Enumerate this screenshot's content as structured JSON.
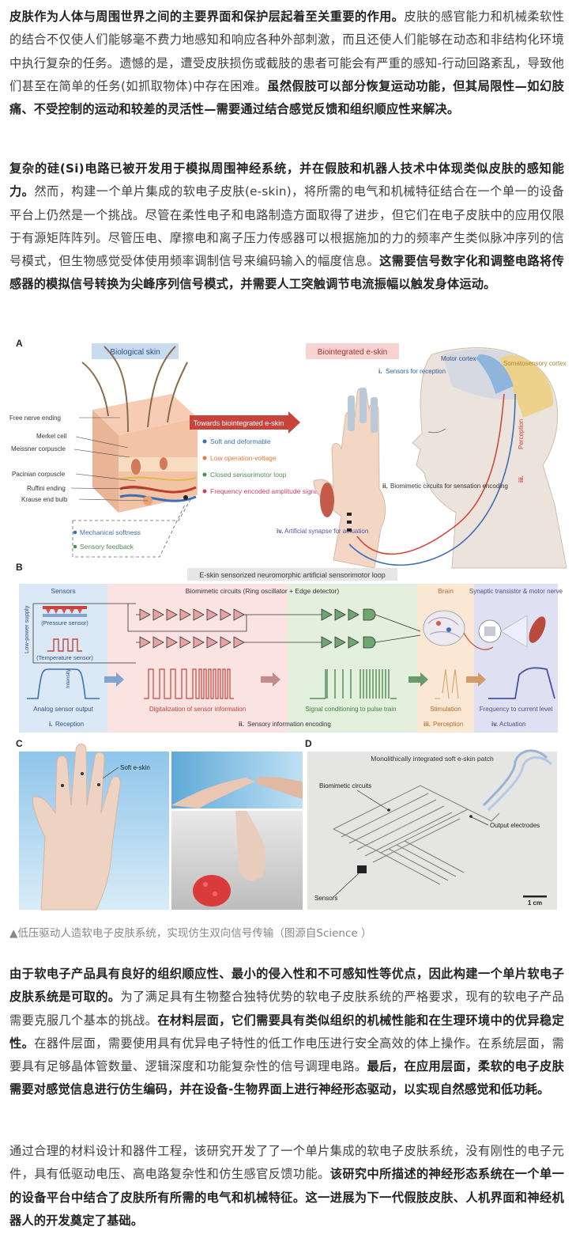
{
  "paragraphs": [
    {
      "segments": [
        {
          "b": true,
          "t": "皮肤作为人体与周围世界之间的主要界面和保护层起着至关重要的作用。"
        },
        {
          "b": false,
          "t": "皮肤的感官能力和机械柔软性的结合不仅使人们能够毫不费力地感知和响应各种外部刺激，而且还使人们能够在动态和非结构化环境中执行复杂的任务。遗憾的是，遭受皮肤损伤或截肢的患者可能会有严重的感知-行动回路紊乱，导致他们甚至在简单的任务(如抓取物体)中存在困难。"
        },
        {
          "b": true,
          "t": "虽然假肢可以部分恢复运动功能，但其局限性—如幻肢痛、不受控制的运动和较差的灵活性—需要通过结合感觉反馈和组织顺应性来解决。"
        }
      ]
    },
    {
      "segments": [
        {
          "b": true,
          "t": "复杂的硅(Si)电路已被开发用于模拟周围神经系统，并在假肢和机器人技术中体现类似皮肤的感知能力。"
        },
        {
          "b": false,
          "t": "然而，构建一个单片集成的软电子皮肤(e-skin)，将所需的电气和机械特征结合在一个单一的设备平台上仍然是一个挑战。尽管在柔性电子和电路制造方面取得了进步，但它们在电子皮肤中的应用仅限于有源矩阵阵列。尽管压电、摩擦电和离子压力传感器可以根据施加的力的频率产生类似脉冲序列的信号模式，但生物感觉受体使用频率调制信号来编码输入的幅度信息。"
        },
        {
          "b": true,
          "t": "这需要信号数字化和调整电路将传感器的模拟信号转换为尖峰序列信号模式，并需要人工突触调节电流振幅以触发身体运动。"
        }
      ]
    },
    {
      "segments": [
        {
          "b": true,
          "t": "由于软电子产品具有良好的组织顺应性、最小的侵入性和不可感知性等优点，因此构建一个单片软电子皮肤系统是可取的。"
        },
        {
          "b": false,
          "t": "为了满足具有生物整合独特优势的软电子皮肤系统的严格要求，现有的软电子产品需要克服几个基本的挑战。"
        },
        {
          "b": true,
          "t": "在材料层面，它们需要具有类似组织的机械性能和在生理环境中的优异稳定性。"
        },
        {
          "b": false,
          "t": "在器件层面，需要使用具有优异电子特性的低工作电压进行安全高效的体上操作。在系统层面，需要具有足够晶体管数量、逻辑深度和功能复杂性的信号调理电路。"
        },
        {
          "b": true,
          "t": "最后，在应用层面，柔软的电子皮肤需要对感觉信息进行仿生编码，并在设备-生物界面上进行神经形态驱动，以实现自然感觉和低功耗。"
        }
      ]
    },
    {
      "segments": [
        {
          "b": false,
          "t": "通过合理的材料设计和器件工程，该研究开发了了一个单片集成的软电子皮肤系统，没有刚性的电子元件，具有低驱动电压、高电路复杂性和仿生感官反馈功能。"
        },
        {
          "b": true,
          "t": "该研究中所描述的神经形态系统在一个单一的设备平台中结合了皮肤所有所需的电气和机械特征。这一进展为下一代假肢皮肤、人机界面和神经机器人的开发奠定了基础。"
        }
      ]
    }
  ],
  "caption": "▲低压驱动人造软电子皮肤系统，实现仿生双向信号传输（图源自Science ）",
  "figure": {
    "panel_a": {
      "label": "A",
      "bio_skin_title": "Biological skin",
      "eskin_title": "Biointegrated e-skin",
      "arrow_label": "Towards biointegrated e-skin",
      "receptors": [
        "Free nerve ending",
        "Merkel cell",
        "Meissner corpuscle",
        "Pacinian corpuscle",
        "Ruffini ending",
        "Krause end bulb"
      ],
      "properties": [
        "Soft and deformable",
        "Low operation-voltage",
        "Closed sensorimotor loop",
        "Frequency encoded amplitude signal"
      ],
      "bio_props": [
        "Mechanical softness",
        "Sensory feedback"
      ],
      "sensors_label_num": "i.",
      "sensors_label": "Sensors for reception",
      "motor_cortex": "Motor cortex",
      "somatosensory": "Somatosensory cortex",
      "perception_num": "iii.",
      "perception": "Perception",
      "biomimetic_num": "ii.",
      "biomimetic": "Biomimetic circuits for sensation encoding",
      "synapse_num": "iv.",
      "synapse": "Artificial synapse for actuation"
    },
    "panel_b": {
      "label": "B",
      "title": "E-skin sensorized neuromorphic artificial sensorimotor loop",
      "sensors": "Sensors",
      "biomimetic": "Biomimetic circuits (Ring oscillator + Edge detector)",
      "brain": "Brain",
      "synaptic": "Synaptic transistor & motor nerve",
      "low_power": "Low-power supply",
      "pressure": "(Pressure sensor)",
      "temperature": "(Temperature sensor)",
      "intensity": "Intensity",
      "out_analog": "Analog sensor output",
      "out_digital": "Digitalization of sensor information",
      "out_signal": "Signal conditioning to pulse train",
      "out_stim": "Stimulation",
      "out_freq": "Frequency to current level",
      "footer": [
        {
          "num": "i.",
          "text": "Reception"
        },
        {
          "num": "ii.",
          "text": "Sensory information encoding"
        },
        {
          "num": "iii.",
          "text": "Perception"
        },
        {
          "num": "iv.",
          "text": "Actuation"
        }
      ]
    },
    "panel_c": {
      "label": "C",
      "soft_eskin": "Soft e-skin"
    },
    "panel_d": {
      "label": "D",
      "title": "Monolithically integrated soft e-skin patch",
      "biomimetic": "Biomimetic circuits",
      "output": "Output electrodes",
      "sensors": "Sensors",
      "scale": "1 cm"
    },
    "colors": {
      "sensors_bg": "#dbe9f7",
      "circuits_bg": "#fbe3e1",
      "conditioning_bg": "#e3f0dd",
      "brain_bg": "#fbe8d4",
      "synaptic_bg": "#dfe1f2",
      "red": "#d9534f",
      "green": "#5a9a5a",
      "blue": "#3d6fb5"
    }
  }
}
